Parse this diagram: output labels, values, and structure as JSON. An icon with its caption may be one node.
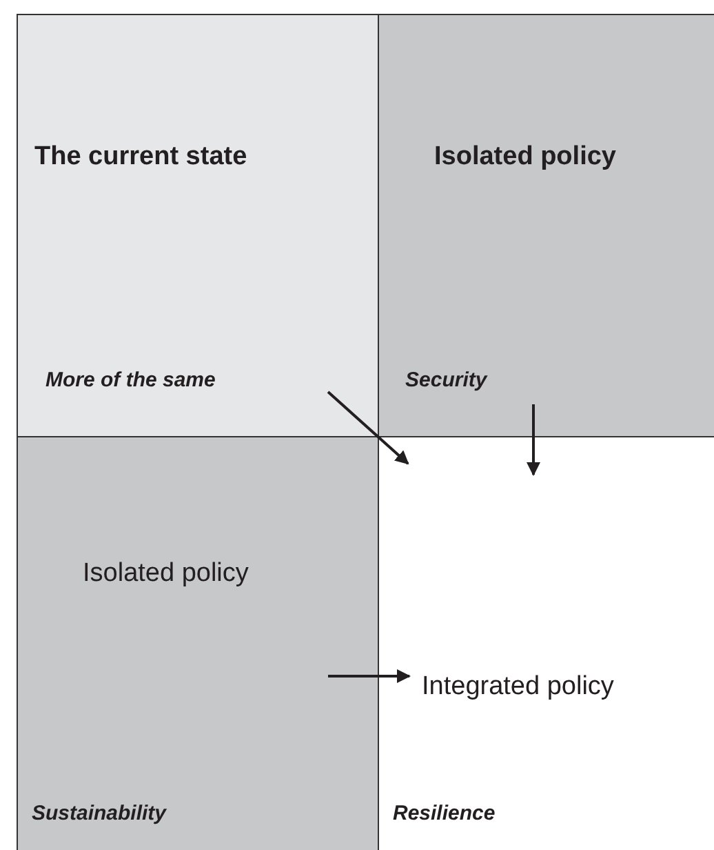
{
  "diagram": {
    "nodes": [
      {
        "text": [
          "The current state",
          "More of the same"
        ]
      },
      {
        "text": [
          "Isolated policy",
          "Security"
        ]
      },
      {
        "text": [
          "Isolated policy",
          "Sustainability"
        ]
      },
      {
        "text": [
          "Integrated policy",
          "Resilience"
        ]
      }
    ],
    "edges": [
      {
        "from": 0,
        "to": 3,
        "arrow": "to"
      },
      {
        "from": 1,
        "to": 3,
        "arrow": "to"
      },
      {
        "from": 2,
        "to": 3,
        "arrow": "to"
      }
    ]
  }
}
